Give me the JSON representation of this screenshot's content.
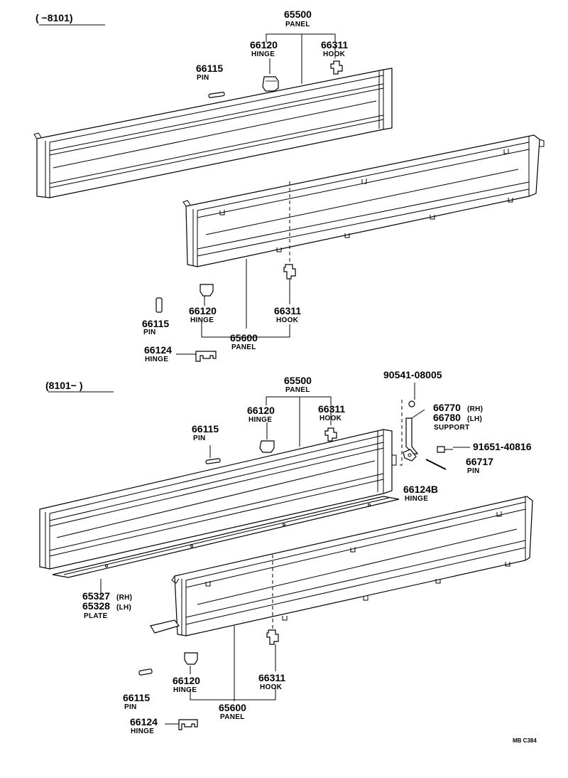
{
  "sections": [
    {
      "range": "(        −8101)",
      "labels": {
        "panel_top": {
          "num": "65500",
          "name": "PANEL"
        },
        "hinge_top": {
          "num": "66120",
          "name": "HINGE"
        },
        "hook_top": {
          "num": "66311",
          "name": "HOOK"
        },
        "pin_top": {
          "num": "66115",
          "name": "PIN"
        },
        "hinge_low": {
          "num": "66120",
          "name": "HINGE"
        },
        "hook_low": {
          "num": "66311",
          "name": "HOOK"
        },
        "pin_low": {
          "num": "66115",
          "name": "PIN"
        },
        "panel_low": {
          "num": "65600",
          "name": "PANEL"
        },
        "hinge_66124": {
          "num": "66124",
          "name": "HINGE"
        }
      }
    },
    {
      "range": "(8101−        )",
      "labels": {
        "panel_top": {
          "num": "65500",
          "name": "PANEL"
        },
        "hinge_top": {
          "num": "66120",
          "name": "HINGE"
        },
        "hook_top": {
          "num": "66311",
          "name": "HOOK"
        },
        "pin_top": {
          "num": "66115",
          "name": "PIN"
        },
        "bolt": {
          "num": "90541-08005"
        },
        "support_rh": {
          "num": "66770",
          "side": "(RH)"
        },
        "support_lh": {
          "num": "66780",
          "side": "(LH)"
        },
        "support_name": "SUPPORT",
        "screw": {
          "num": "91651-40816"
        },
        "pin_66717": {
          "num": "66717",
          "name": "PIN"
        },
        "hinge_66124b": {
          "num": "66124B",
          "name": "HINGE"
        },
        "plate_rh": {
          "num": "65327",
          "side": "(RH)"
        },
        "plate_lh": {
          "num": "65328",
          "side": "(LH)"
        },
        "plate_name": "PLATE",
        "hinge_low": {
          "num": "66120",
          "name": "HINGE"
        },
        "hook_low": {
          "num": "66311",
          "name": "HOOK"
        },
        "pin_low": {
          "num": "66115",
          "name": "PIN"
        },
        "panel_low": {
          "num": "65600",
          "name": "PANEL"
        },
        "hinge_66124": {
          "num": "66124",
          "name": "HINGE"
        }
      }
    }
  ],
  "footer_code": "MB C384"
}
